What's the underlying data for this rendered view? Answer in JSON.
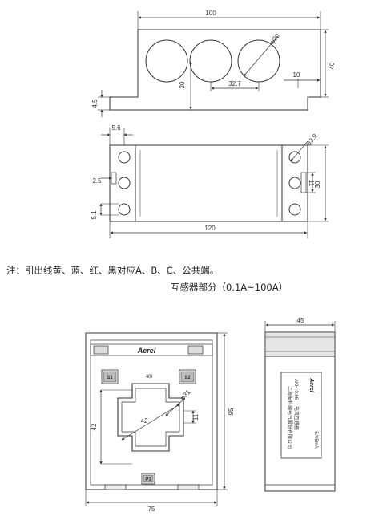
{
  "top_view": {
    "width_dim": "100",
    "hole_dia": "φ20",
    "hole_spacing": "32.7",
    "hole_height": "20",
    "edge_offset": "10",
    "height_dim": "40",
    "step_height": "4.5"
  },
  "mount_view": {
    "left_offset": "5.6",
    "hole_dia": "φ3.9",
    "pin_spacing": "2.5",
    "slot_height": "11",
    "mount_height": "30",
    "bottom_offset": "5.1",
    "width_dim": "120"
  },
  "note": "注：引出线黄、蓝、红、黑对应A、B、C、公共端。",
  "section_title": "互感器部分（0.1A~100A）",
  "ct_front": {
    "brand": "Acrel",
    "s1_label": "S1",
    "s2_label": "S2",
    "p1_label": "P1",
    "model_label": "40I",
    "aperture_dia": "φ31",
    "aperture_height": "42",
    "aperture_width": "42",
    "slot_width": "11",
    "height_dim": "95",
    "width_dim": "75"
  },
  "ct_side": {
    "depth_dim": "45",
    "brand": "Acrel",
    "model_text": "AKH-0.66",
    "type_text": "电流互感器",
    "maker_text": "上海安科瑞电气股份有限公司",
    "spec_text": "5A/5mA"
  }
}
